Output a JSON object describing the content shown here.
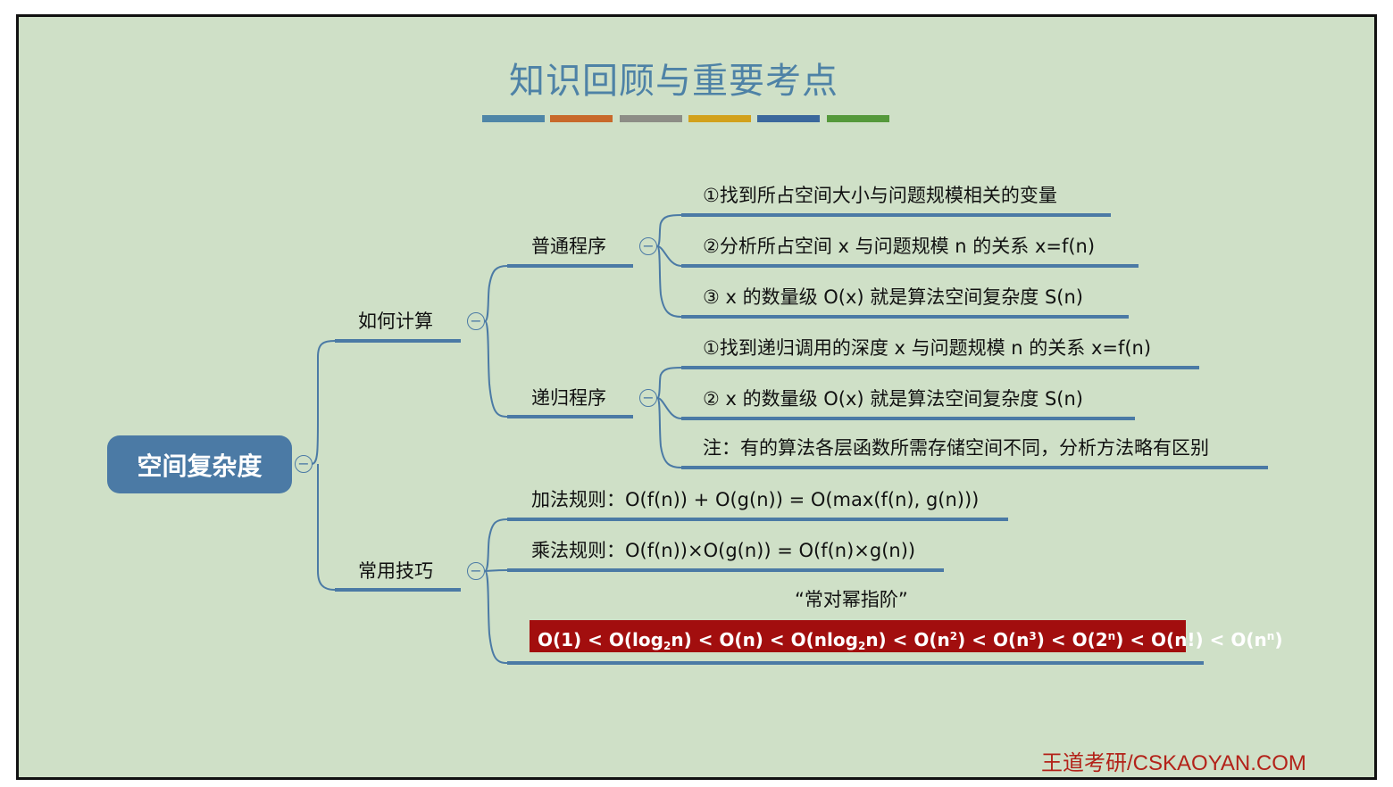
{
  "title": "知识回顾与重要考点",
  "colors": {
    "background": "#cfe0c7",
    "accent": "#4b7aa5",
    "formula_bg": "#a20e0e",
    "brand": "#b32219",
    "title_bars": [
      "#4f86a7",
      "#c8692b",
      "#8d8d86",
      "#d2a11c",
      "#3b689c",
      "#55993b"
    ]
  },
  "root": {
    "label": "空间复杂度",
    "icon": "collapse-icon"
  },
  "branches": {
    "how_to_compute": {
      "label": "如何计算",
      "normal_program": {
        "label": "普通程序",
        "items": [
          "①找到所占空间大小与问题规模相关的变量",
          "②分析所占空间 x 与问题规模 n 的关系 x=f(n)",
          "③ x 的数量级 O(x) 就是算法空间复杂度 S(n)"
        ]
      },
      "recursive_program": {
        "label": "递归程序",
        "items": [
          "①找到递归调用的深度 x 与问题规模 n 的关系 x=f(n)",
          "②  x 的数量级 O(x) 就是算法空间复杂度 S(n)",
          "注：有的算法各层函数所需存储空间不同，分析方法略有区别"
        ]
      }
    },
    "common_tricks": {
      "label": "常用技巧",
      "addition_rule": "加法规则：O(f(n)) + O(g(n)) = O(max(f(n), g(n)))",
      "multiplication_rule": "乘法规则：O(f(n))×O(g(n)) = O(f(n)×g(n))",
      "mnemonic": "“常对幂指阶”",
      "ordering": {
        "o1": "O(1)",
        "log_pre": "O(log",
        "log_sub": "2",
        "log_post": "n)",
        "on": "O(n)",
        "nlog_pre": "O(nlog",
        "nlog_sub": "2",
        "nlog_post": "n)",
        "n2_pre": "O(n",
        "n2_sup": "2",
        "n3_pre": "O(n",
        "n3_sup": "3",
        "exp_pre": "O(2",
        "exp_sup": "n",
        "fact": "O(n!)",
        "nn_pre": "O(n",
        "nn_sup": "n",
        "close": ")",
        "lt": "<"
      }
    }
  },
  "brand": "王道考研/CSKAOYAN.COM"
}
